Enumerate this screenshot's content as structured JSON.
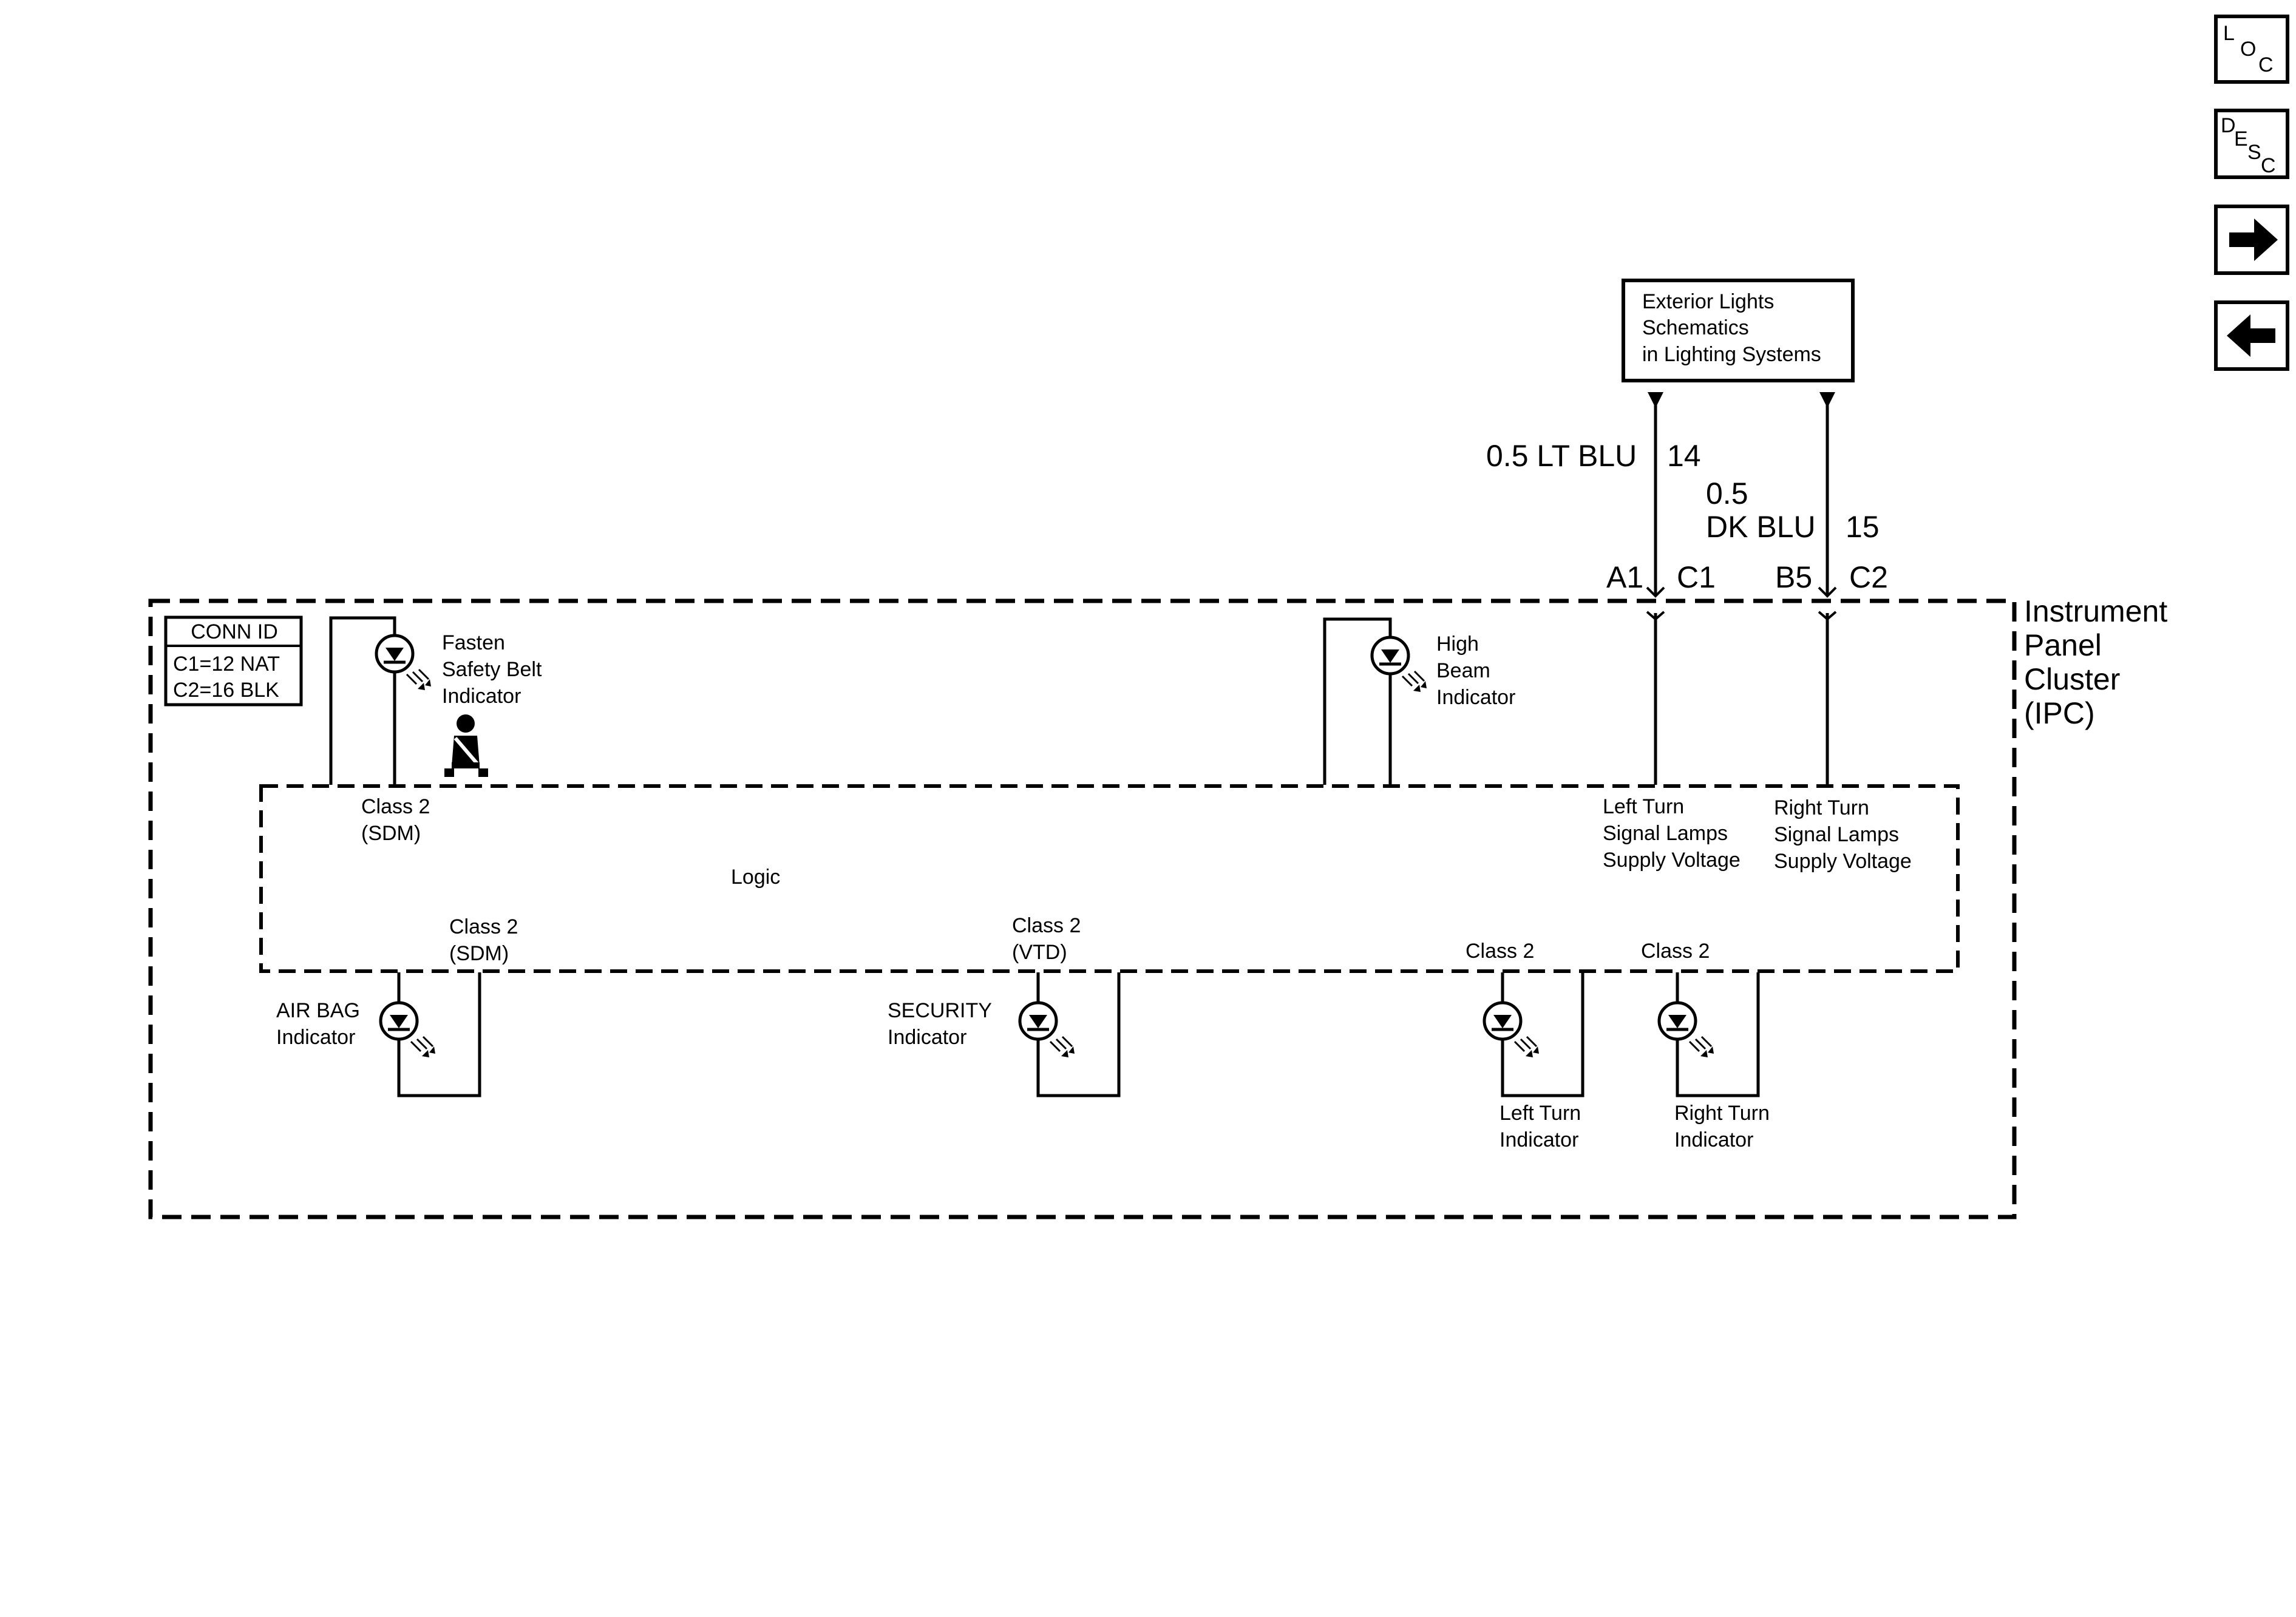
{
  "nav": {
    "loc_icon": "loc-icon",
    "desc_icon": "desc-icon",
    "next_icon": "arrow-right-icon",
    "prev_icon": "arrow-left-icon",
    "loc_letters": [
      "L",
      "O",
      "C"
    ],
    "desc_letters": [
      "D",
      "E",
      "S",
      "C"
    ]
  },
  "reference_box": {
    "lines": [
      "Exterior Lights",
      "Schematics",
      "in Lighting Systems"
    ]
  },
  "wires": {
    "left": {
      "gauge_color": "0.5 LT BLU",
      "circuit": "14",
      "terminal": "A1",
      "connector": "C1"
    },
    "right": {
      "gauge": "0.5",
      "color": "DK BLU",
      "circuit": "15",
      "terminal": "B5",
      "connector": "C2"
    }
  },
  "module": {
    "name_lines": [
      "Instrument",
      "Panel",
      "Cluster",
      "(IPC)"
    ],
    "logic_label": "Logic"
  },
  "conn_id": {
    "title": "CONN ID",
    "rows": [
      "C1=12 NAT",
      "C2=16 BLK"
    ]
  },
  "indicators": {
    "seat_belt": {
      "lines": [
        "Fasten",
        "Safety Belt",
        "Indicator"
      ],
      "bus": [
        "Class 2",
        "(SDM)"
      ],
      "icon": "seatbelt-icon"
    },
    "high_beam": {
      "lines": [
        "High",
        "Beam",
        "Indicator"
      ]
    },
    "air_bag": {
      "lines": [
        "AIR BAG",
        "Indicator"
      ],
      "bus": [
        "Class 2",
        "(SDM)"
      ]
    },
    "security": {
      "lines": [
        "SECURITY",
        "Indicator"
      ],
      "bus": [
        "Class 2",
        "(VTD)"
      ]
    },
    "left_turn": {
      "lines": [
        "Left Turn",
        "Indicator"
      ],
      "bus": [
        "Class 2"
      ]
    },
    "right_turn": {
      "lines": [
        "Right Turn",
        "Indicator"
      ],
      "bus": [
        "Class 2"
      ]
    }
  },
  "supply_labels": {
    "left": [
      "Left Turn",
      "Signal Lamps",
      "Supply Voltage"
    ],
    "right": [
      "Right Turn",
      "Signal Lamps",
      "Supply Voltage"
    ]
  }
}
